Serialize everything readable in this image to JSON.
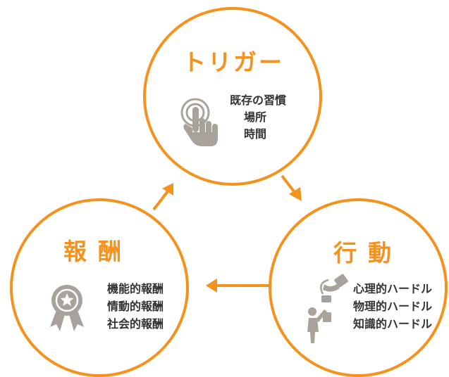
{
  "trigger": {
    "title": "トリガー",
    "items": [
      "既存の習慣",
      "場所",
      "時間"
    ],
    "icon": "touch-hand-icon"
  },
  "action": {
    "title": "行動",
    "items": [
      "心理的ハードル",
      "物理的ハードル",
      "知識的ハードル"
    ],
    "icon": "person-lifting-icon"
  },
  "reward": {
    "title": "報酬",
    "items": [
      "機能的報酬",
      "情動的報酬",
      "社会的報酬"
    ],
    "icon": "award-ribbon-icon"
  },
  "colors": {
    "accent": "#f5921e",
    "icon": "#a8a29a",
    "text": "#333333"
  }
}
